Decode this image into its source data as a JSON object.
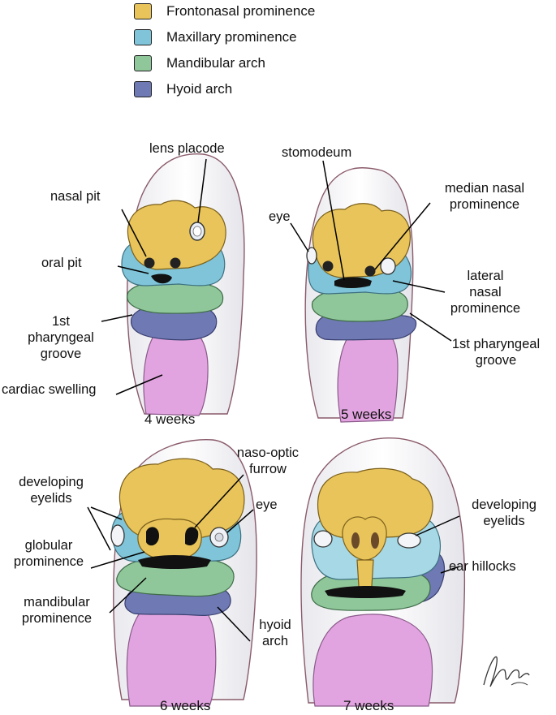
{
  "colors": {
    "frontonasal": "#e8c45a",
    "maxillary": "#7fc4d8",
    "mandibular": "#8fc79a",
    "hyoid": "#6f79b4",
    "cardiac": "#e2a4e0"
  },
  "legend": [
    {
      "label": "Frontonasal prominence",
      "color": "#e8c45a"
    },
    {
      "label": "Maxillary prominence",
      "color": "#7fc4d8"
    },
    {
      "label": "Mandibular arch",
      "color": "#8fc79a"
    },
    {
      "label": "Hyoid arch",
      "color": "#6f79b4"
    }
  ],
  "panels": {
    "week4": {
      "title": "4 weeks",
      "labels": {
        "lens_placode": "lens placode",
        "nasal_pit": "nasal pit",
        "oral_pit": "oral pit",
        "first_groove": "1st\npharyngeal\ngroove",
        "cardiac": "cardiac swelling"
      }
    },
    "week5": {
      "title": "5 weeks",
      "labels": {
        "stomodeum": "stomodeum",
        "eye": "eye",
        "median_nasal": "median nasal\nprominence",
        "lateral_nasal": "lateral\nnasal\nprominence",
        "first_groove": "1st pharyngeal\ngroove"
      }
    },
    "week6": {
      "title": "6 weeks",
      "labels": {
        "eyelids": "developing\neyelids",
        "naso_optic": "naso-optic\nfurrow",
        "eye": "eye",
        "globular": "globular\nprominence",
        "mandibular": "mandibular\nprominence",
        "hyoid": "hyoid\narch"
      }
    },
    "week7": {
      "title": "7 weeks",
      "labels": {
        "eyelids": "developing\neyelids",
        "ear_hillocks": "ear hillocks"
      }
    }
  }
}
